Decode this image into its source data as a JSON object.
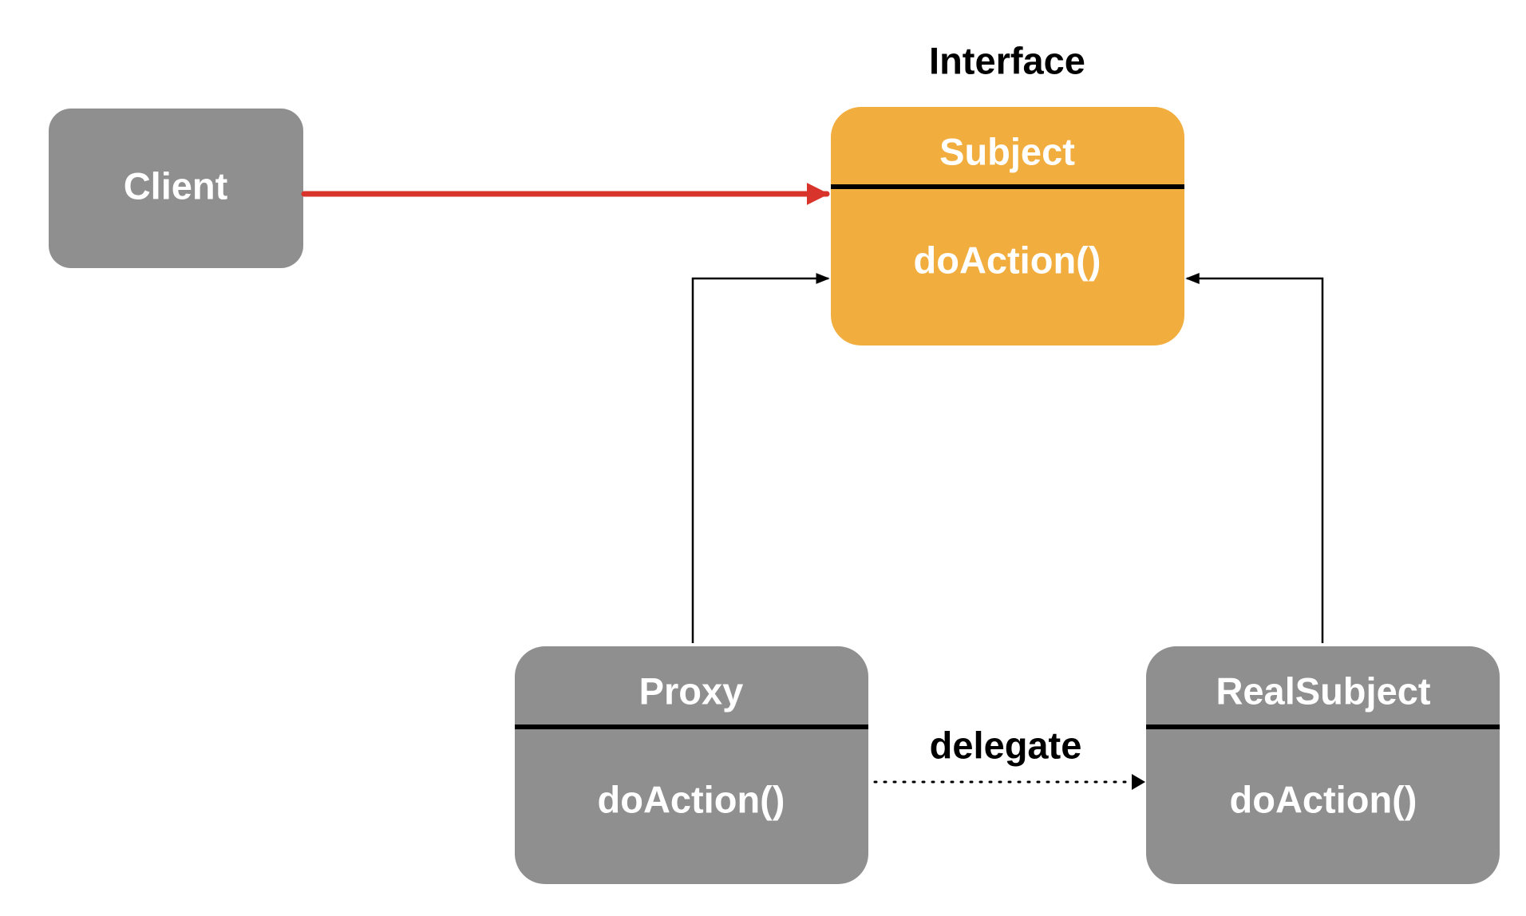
{
  "colors": {
    "background": "#ffffff",
    "class_box": "#8f8f8f",
    "interface_box": "#f1ae3e",
    "box_text": "#ffffff",
    "divider": "#000000",
    "client_arrow": "#d9342b",
    "connector": "#000000"
  },
  "interface_label": "Interface",
  "client": {
    "label": "Client"
  },
  "subject": {
    "name": "Subject",
    "method": "doAction()"
  },
  "proxy": {
    "name": "Proxy",
    "method": "doAction()"
  },
  "real_subject": {
    "name": "RealSubject",
    "method": "doAction()"
  },
  "delegate_label": "delegate"
}
